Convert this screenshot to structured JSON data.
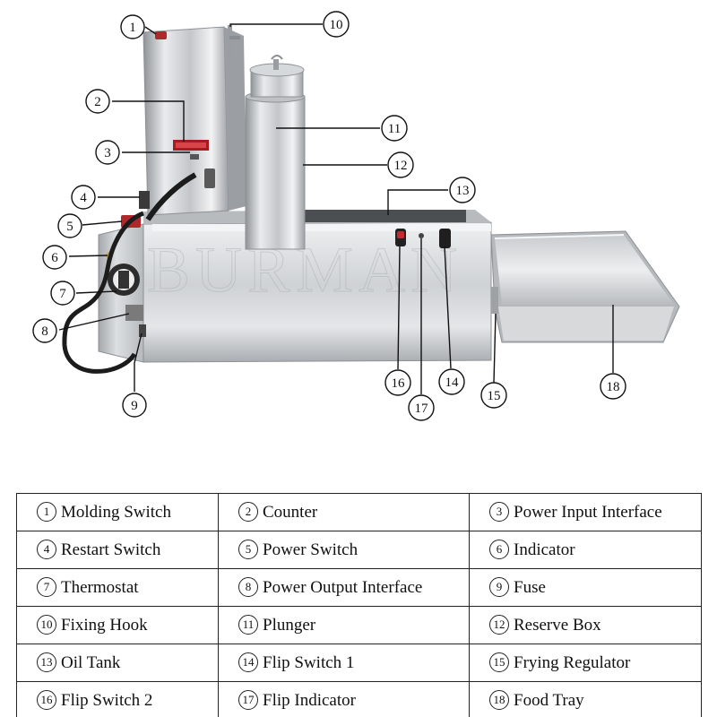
{
  "watermark": "BURMAN",
  "callouts": [
    {
      "num": "1"
    },
    {
      "num": "2"
    },
    {
      "num": "3"
    },
    {
      "num": "4"
    },
    {
      "num": "5"
    },
    {
      "num": "6"
    },
    {
      "num": "7"
    },
    {
      "num": "8"
    },
    {
      "num": "9"
    },
    {
      "num": "10"
    },
    {
      "num": "11"
    },
    {
      "num": "12"
    },
    {
      "num": "13"
    },
    {
      "num": "14"
    },
    {
      "num": "15"
    },
    {
      "num": "16"
    },
    {
      "num": "17"
    },
    {
      "num": "18"
    }
  ],
  "legend": [
    [
      {
        "num": "1",
        "label": "Molding Switch"
      },
      {
        "num": "2",
        "label": "Counter"
      },
      {
        "num": "3",
        "label": "Power Input Interface"
      }
    ],
    [
      {
        "num": "4",
        "label": "Restart Switch"
      },
      {
        "num": "5",
        "label": "Power Switch"
      },
      {
        "num": "6",
        "label": "Indicator"
      }
    ],
    [
      {
        "num": "7",
        "label": "Thermostat"
      },
      {
        "num": "8",
        "label": "Power Output Interface"
      },
      {
        "num": "9",
        "label": "Fuse"
      }
    ],
    [
      {
        "num": "10",
        "label": "Fixing Hook"
      },
      {
        "num": "11",
        "label": "Plunger"
      },
      {
        "num": "12",
        "label": "Reserve Box"
      }
    ],
    [
      {
        "num": "13",
        "label": "Oil Tank"
      },
      {
        "num": "14",
        "label": "Flip Switch 1"
      },
      {
        "num": "15",
        "label": "Frying Regulator"
      }
    ],
    [
      {
        "num": "16",
        "label": "Flip Switch 2"
      },
      {
        "num": "17",
        "label": "Flip Indicator"
      },
      {
        "num": "18",
        "label": "Food Tray"
      }
    ]
  ]
}
